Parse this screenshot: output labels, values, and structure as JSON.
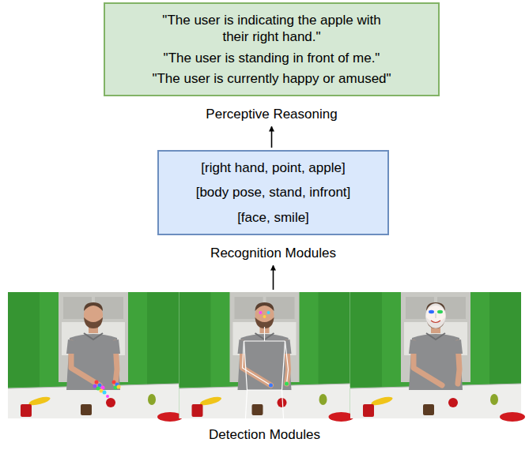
{
  "diagram": {
    "nodes": [
      {
        "text": [
          "\"The user is indicating the apple with their right hand.\"",
          "\"The user is standing in front of me.\"",
          "\"The user is currently happy or amused\"",
          "Perceptive Reasoning"
        ]
      },
      {
        "text": [
          "[right hand, point, apple]",
          "[body pose, stand, infront]",
          "[face, smile]",
          "Recognition Modules"
        ]
      },
      {
        "text": [
          "Detection Modules"
        ]
      }
    ],
    "edges": [
      {
        "from": 1,
        "to": 0,
        "arrow": "to"
      },
      {
        "from": 2,
        "to": 1,
        "arrow": "to"
      }
    ]
  }
}
